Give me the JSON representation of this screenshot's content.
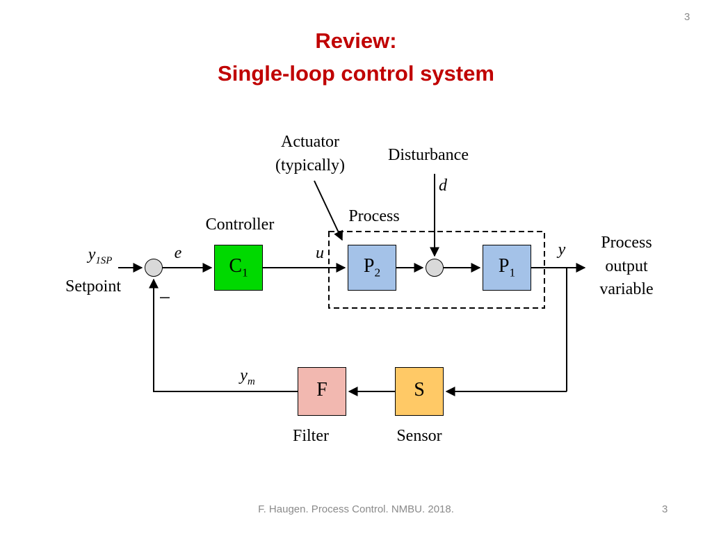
{
  "slide": {
    "page_number_top": "3",
    "title": {
      "line1": "Review:",
      "line2": "Single-loop control system",
      "color": "#C00000"
    },
    "footer": {
      "text": "F. Haugen. Process Control. NMBU. 2018.",
      "page": "3"
    }
  },
  "diagram": {
    "annotations": {
      "actuator_line1": "Actuator",
      "actuator_line2": "(typically)",
      "disturbance": "Disturbance",
      "disturbance_var": "d",
      "process_group": "Process",
      "controller": "Controller",
      "setpoint_var": "y",
      "setpoint_var_sub": "1SP",
      "setpoint": "Setpoint",
      "error_var": "e",
      "feedback_sign": "−",
      "control_var": "u",
      "output_var": "y",
      "output_line1": "Process",
      "output_line2": "output",
      "output_line3": "variable",
      "measurement_var": "y",
      "measurement_var_sub": "m",
      "filter": "Filter",
      "sensor": "Sensor"
    },
    "blocks": {
      "controller": {
        "label": "C",
        "sub": "1",
        "color": "#00D900"
      },
      "process2": {
        "label": "P",
        "sub": "2",
        "color": "#A4C2E8"
      },
      "process1": {
        "label": "P",
        "sub": "1",
        "color": "#A4C2E8"
      },
      "filter": {
        "label": "F",
        "sub": "",
        "color": "#F2B8B0"
      },
      "sensor": {
        "label": "S",
        "sub": "",
        "color": "#FFC966"
      }
    },
    "junction_color": "#D9D9D9",
    "line_color": "#000000"
  }
}
